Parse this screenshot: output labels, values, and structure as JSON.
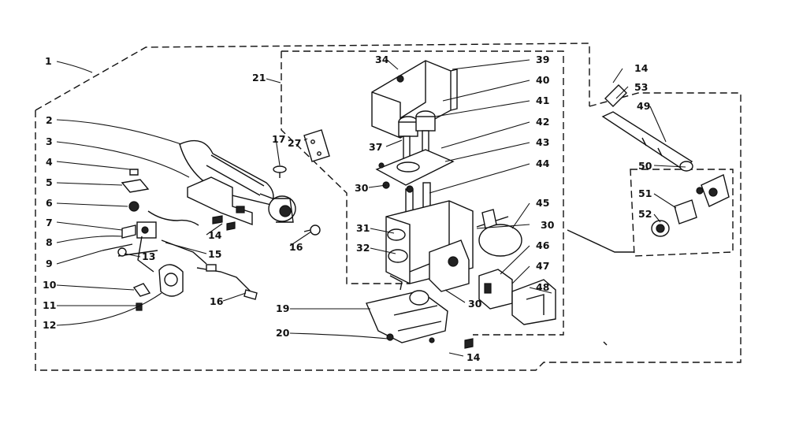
{
  "diagram": {
    "callouts": {
      "c1": "1",
      "c2": "2",
      "c3": "3",
      "c4": "4",
      "c5": "5",
      "c6": "6",
      "c7": "7",
      "c8": "8",
      "c9": "9",
      "c10": "10",
      "c11": "11",
      "c12": "12",
      "c13": "13",
      "c14a": "14",
      "c14b": "14",
      "c14c": "14",
      "c15": "15",
      "c16a": "16",
      "c16b": "16",
      "c17": "17",
      "c19": "19",
      "c20": "20",
      "c21": "21",
      "c27": "27",
      "c30a": "30",
      "c30b": "30",
      "c30c": "30",
      "c31": "31",
      "c32": "32",
      "c34": "34",
      "c37": "37",
      "c39": "39",
      "c40": "40",
      "c41": "41",
      "c42": "42",
      "c43": "43",
      "c44": "44",
      "c45": "45",
      "c46": "46",
      "c47": "47",
      "c48": "48",
      "c49": "49",
      "c50": "50",
      "c51": "51",
      "c52": "52",
      "c53": "53"
    }
  }
}
